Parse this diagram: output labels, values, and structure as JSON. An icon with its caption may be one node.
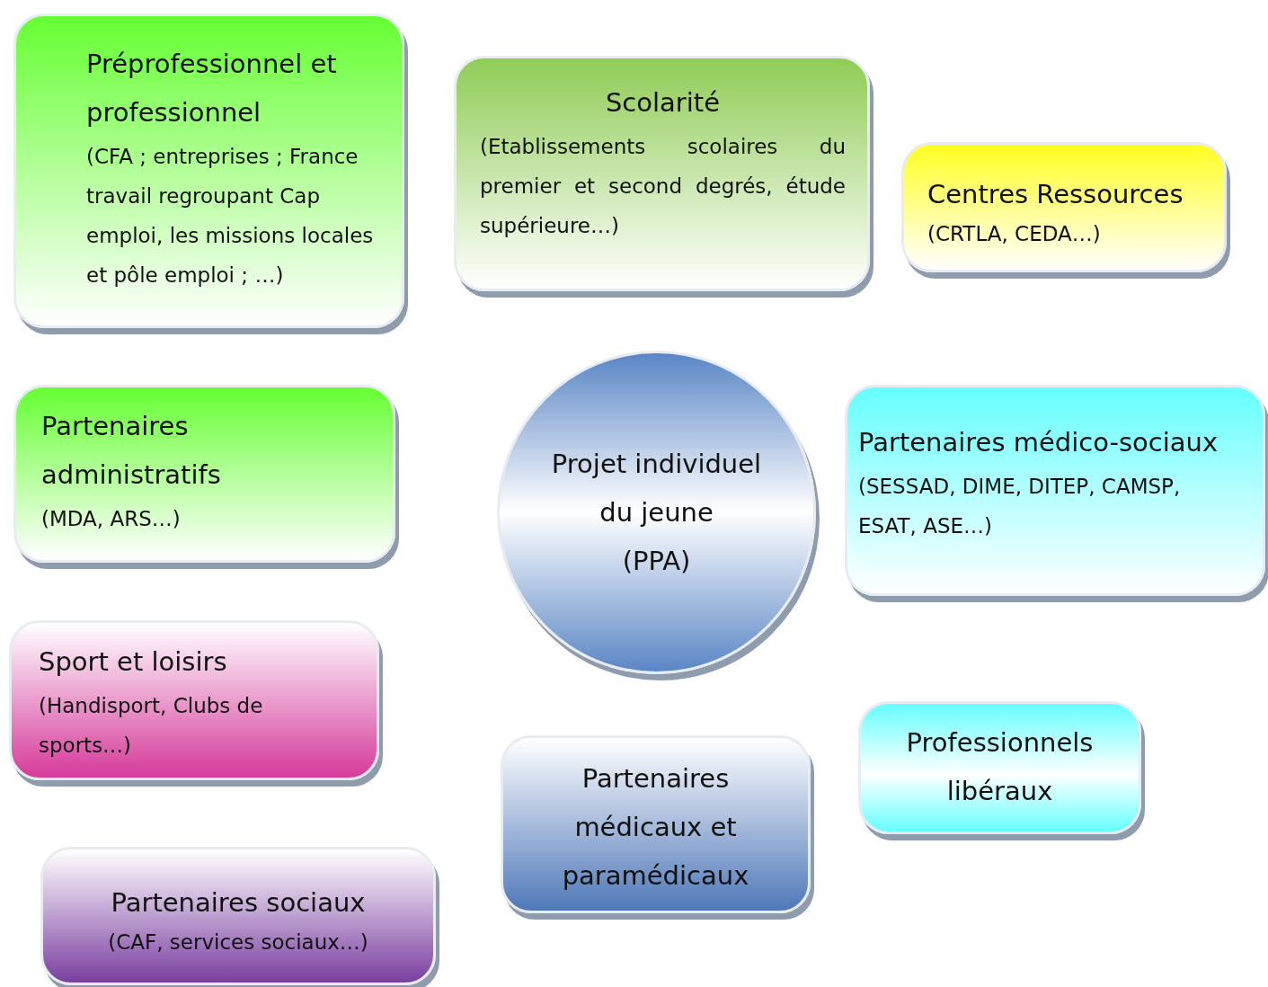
{
  "diagram": {
    "nodes": [
      {
        "text": [
          "Préprofessionnel et professionnel",
          "(CFA ; entreprises ; France travail regroupant Cap emploi, les missions locales et pôle emploi ; …)"
        ]
      },
      {
        "text": [
          "Scolarité",
          "(Etablissements scolaires du premier et second degrés, étude supérieure…)"
        ]
      },
      {
        "text": [
          "Centres Ressources",
          "(CRTLA, CEDA…)"
        ]
      },
      {
        "text": [
          "Partenaires administratifs",
          "(MDA, ARS…)"
        ]
      },
      {
        "text": [
          "Projet individuel du jeune",
          "(PPA)"
        ]
      },
      {
        "text": [
          "Partenaires médico-sociaux",
          "(SESSAD, DIME, DITEP, CAMSP, ESAT, ASE…)"
        ]
      },
      {
        "text": [
          "Sport et loisirs",
          "(Handisport, Clubs de sports…)"
        ]
      },
      {
        "text": [
          "Professionnels libéraux"
        ]
      },
      {
        "text": [
          "Partenaires médicaux et paramédicaux"
        ]
      },
      {
        "text": [
          "Partenaires sociaux",
          "(CAF, services sociaux…)"
        ]
      }
    ]
  }
}
